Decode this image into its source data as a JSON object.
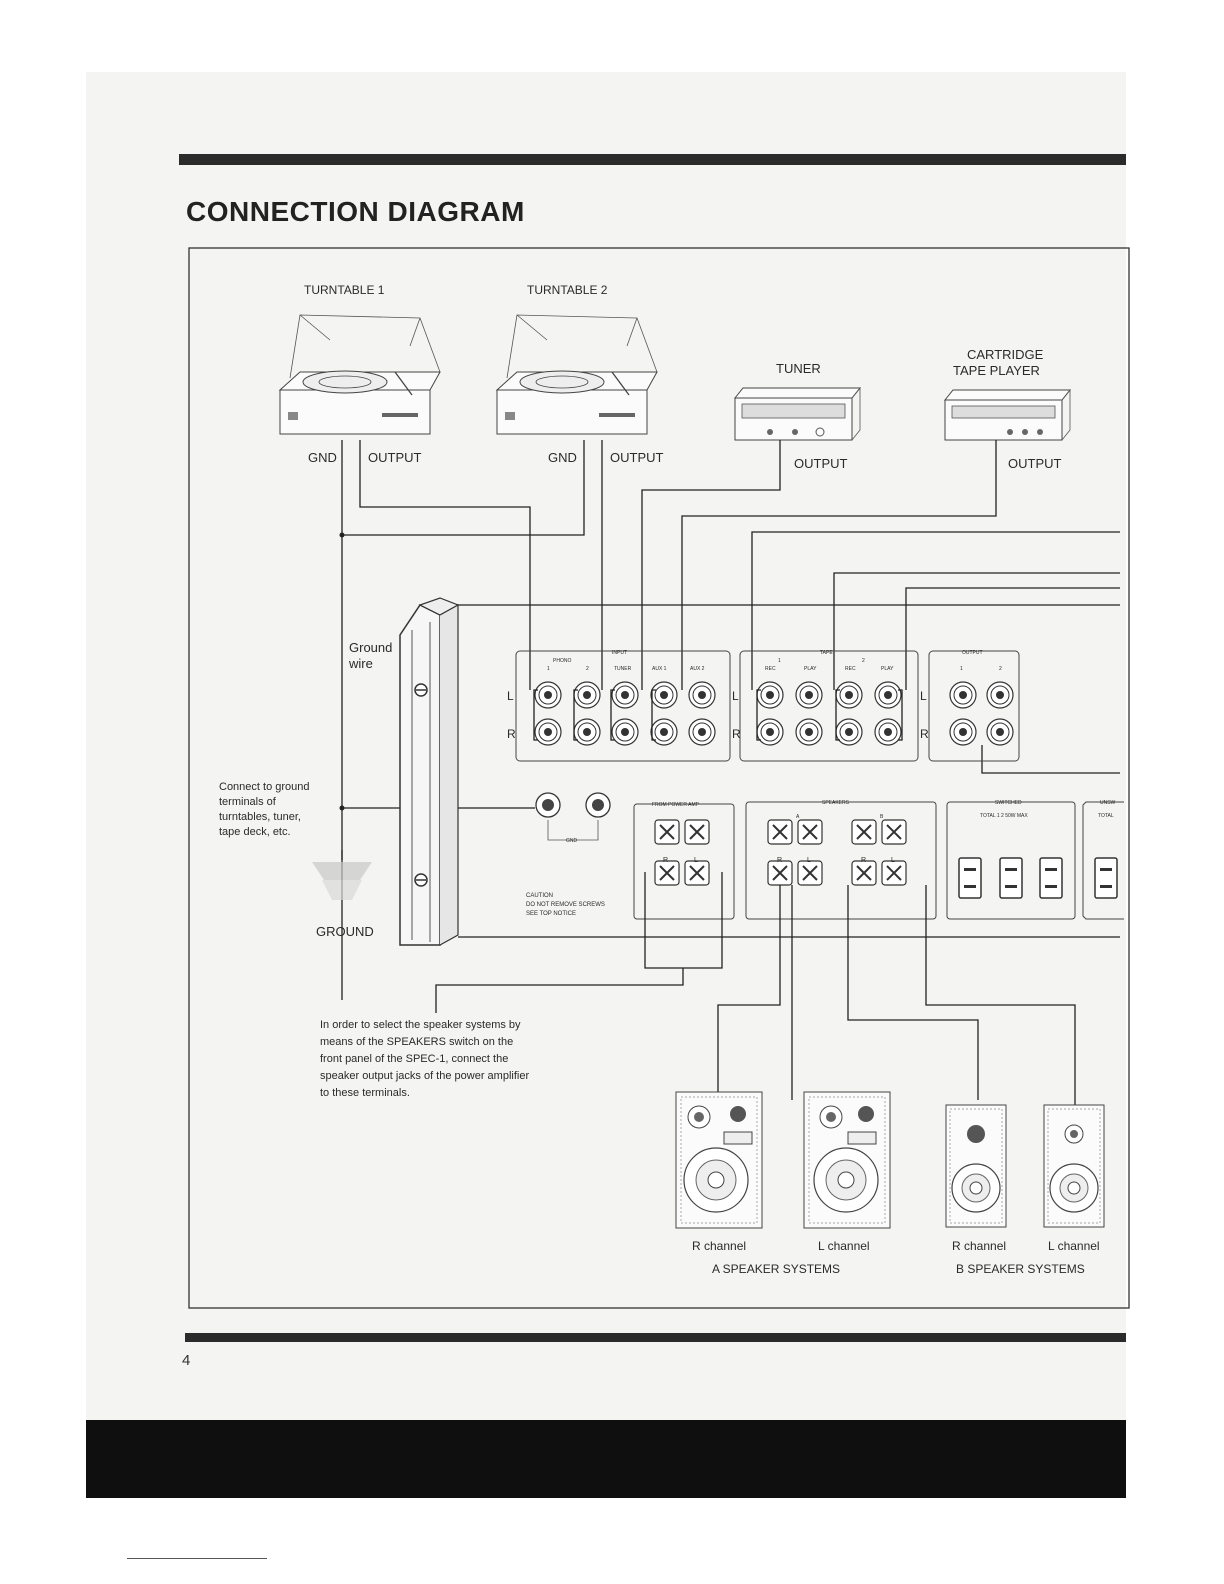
{
  "page": {
    "title": "CONNECTION DIAGRAM",
    "page_number": "4"
  },
  "components": {
    "turntable_1": {
      "label": "TURNTABLE 1",
      "gnd": "GND",
      "output": "OUTPUT"
    },
    "turntable_2": {
      "label": "TURNTABLE 2",
      "gnd": "GND",
      "output": "OUTPUT"
    },
    "tuner": {
      "label": "TUNER",
      "output": "OUTPUT"
    },
    "cartridge_tape_player": {
      "label_line1": "CARTRIDGE",
      "label_line2": "TAPE PLAYER",
      "output": "OUTPUT"
    },
    "ground": {
      "label": "GROUND"
    }
  },
  "annotations": {
    "ground_wire_line1": "Ground",
    "ground_wire_line2": "wire",
    "connect_note": [
      "Connect to ground",
      "terminals of",
      "turntables, tuner,",
      "tape deck, etc."
    ],
    "speaker_note": [
      "In order to select the speaker systems by",
      "means of the SPEAKERS switch on the",
      "front panel of the SPEC-1, connect the",
      "speaker output jacks of the power amplifier",
      "to these terminals."
    ]
  },
  "rear_panel": {
    "channel_left": "L",
    "channel_right": "R",
    "input": {
      "group_label": "INPUT",
      "phono_label": "PHONO",
      "jack_labels": [
        "1",
        "2",
        "TUNER",
        "AUX 1",
        "AUX 2"
      ]
    },
    "tape": {
      "group_label": "TAPE",
      "deck_labels": [
        "1",
        "2"
      ],
      "jack_labels": [
        "REC",
        "PLAY",
        "REC",
        "PLAY"
      ]
    },
    "output": {
      "group_label": "OUTPUT",
      "jack_labels": [
        "1",
        "2"
      ]
    },
    "gnd_label": "GND",
    "from_power_amp_label": "FROM POWER AMP",
    "speakers": {
      "group_label": "SPEAKERS",
      "a_label": "A",
      "b_label": "B",
      "r": "R",
      "l": "L"
    },
    "caution": [
      "CAUTION",
      "DO NOT REMOVE SCREWS",
      "SEE TOP NOTICE"
    ],
    "switched": {
      "group_label": "SWITCHED",
      "rating": "TOTAL 1 2 50W MAX"
    },
    "unswitched": {
      "group_label": "UNSW",
      "rating": "TOTAL"
    }
  },
  "speaker_systems": {
    "a": {
      "label": "A SPEAKER SYSTEMS",
      "right": "R channel",
      "left": "L channel"
    },
    "b": {
      "label": "B SPEAKER SYSTEMS",
      "right": "R channel",
      "left": "L channel"
    }
  }
}
